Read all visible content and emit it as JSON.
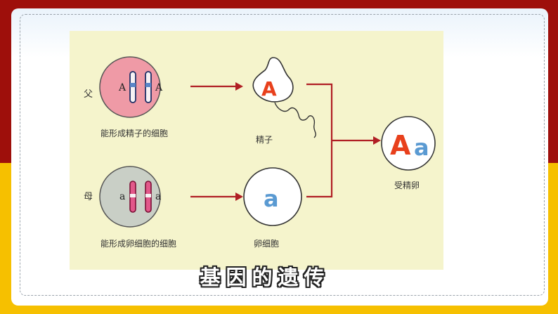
{
  "parent_labels": {
    "father": "父",
    "mother": "母"
  },
  "cell_labels": {
    "father_cell": "能形成精子的细胞",
    "mother_cell": "能形成卵细胞的细胞",
    "sperm": "精子",
    "egg": "卵细胞",
    "zygote": "受精卵"
  },
  "alleles": {
    "father_left": "A",
    "father_right": "A",
    "mother_left": "a",
    "mother_right": "a",
    "sperm": "A",
    "egg": "a",
    "zygote_dominant": "A",
    "zygote_recessive": "a"
  },
  "caption": "基因的遗传",
  "colors": {
    "top_band": "#9e0f0b",
    "bottom_band": "#f6c000",
    "father_cell": "#ef9aa6",
    "mother_cell": "#c9cfc6",
    "arrow": "#b01e24",
    "dominant_allele": "#e8401c",
    "recessive_allele": "#5a9ad2"
  }
}
